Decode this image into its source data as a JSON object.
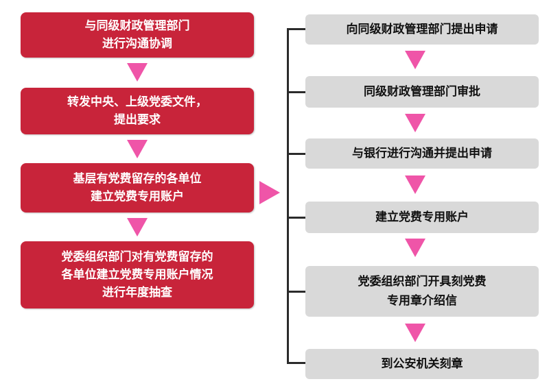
{
  "left_steps": [
    {
      "text": "与同级财政管理部门\n进行沟通协调"
    },
    {
      "text": "转发中央、上级党委文件，\n提出要求"
    },
    {
      "text": "基层有党费留存的各单位\n建立党费专用账户"
    },
    {
      "text": "党委组织部门对有党费留存的\n各单位建立党费专用账户情况\n进行年度抽查"
    }
  ],
  "right_steps": [
    {
      "text": "向同级财政管理部门提出申请"
    },
    {
      "text": "同级财政管理部门审批"
    },
    {
      "text": "与银行进行沟通并提出申请"
    },
    {
      "text": "建立党费专用账户"
    },
    {
      "text": "党委组织部门开具刻党费\n专用章介绍信"
    },
    {
      "text": "到公安机关刻章"
    }
  ],
  "colors": {
    "left_box": "#c8243a",
    "right_box": "#d9d9d9",
    "arrow": "#ef55a8",
    "bracket": "#2b2b2b"
  }
}
